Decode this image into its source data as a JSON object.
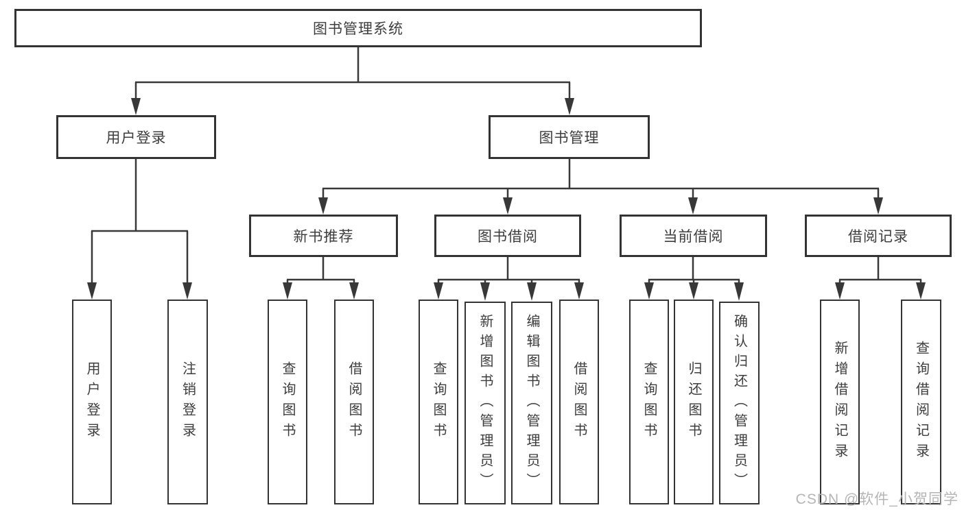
{
  "diagram": {
    "type": "hierarchy-tree",
    "colors": {
      "line": "#383838",
      "box_border": "#333333",
      "box_fill": "#ffffff",
      "text": "#3d3d3d",
      "watermark": "#b5b5b5"
    }
  },
  "tree": {
    "label": "图书管理系统",
    "children": [
      {
        "label": "用户登录",
        "children": [
          {
            "label": "用户登录"
          },
          {
            "label": "注销登录"
          }
        ]
      },
      {
        "label": "图书管理",
        "children": [
          {
            "label": "新书推荐",
            "children": [
              {
                "label": "查询图书"
              },
              {
                "label": "借阅图书"
              }
            ]
          },
          {
            "label": "图书借阅",
            "children": [
              {
                "label": "查询图书"
              },
              {
                "label": "新增图书（管理员）"
              },
              {
                "label": "编辑图书（管理员）"
              },
              {
                "label": "借阅图书"
              }
            ]
          },
          {
            "label": "当前借阅",
            "children": [
              {
                "label": "查询图书"
              },
              {
                "label": "归还图书"
              },
              {
                "label": "确认归还（管理员）"
              }
            ]
          },
          {
            "label": "借阅记录",
            "children": [
              {
                "label": "新增借阅记录"
              },
              {
                "label": "查询借阅记录"
              }
            ]
          }
        ]
      }
    ]
  },
  "watermark": {
    "text": "CSDN @软件_小贺同学"
  }
}
